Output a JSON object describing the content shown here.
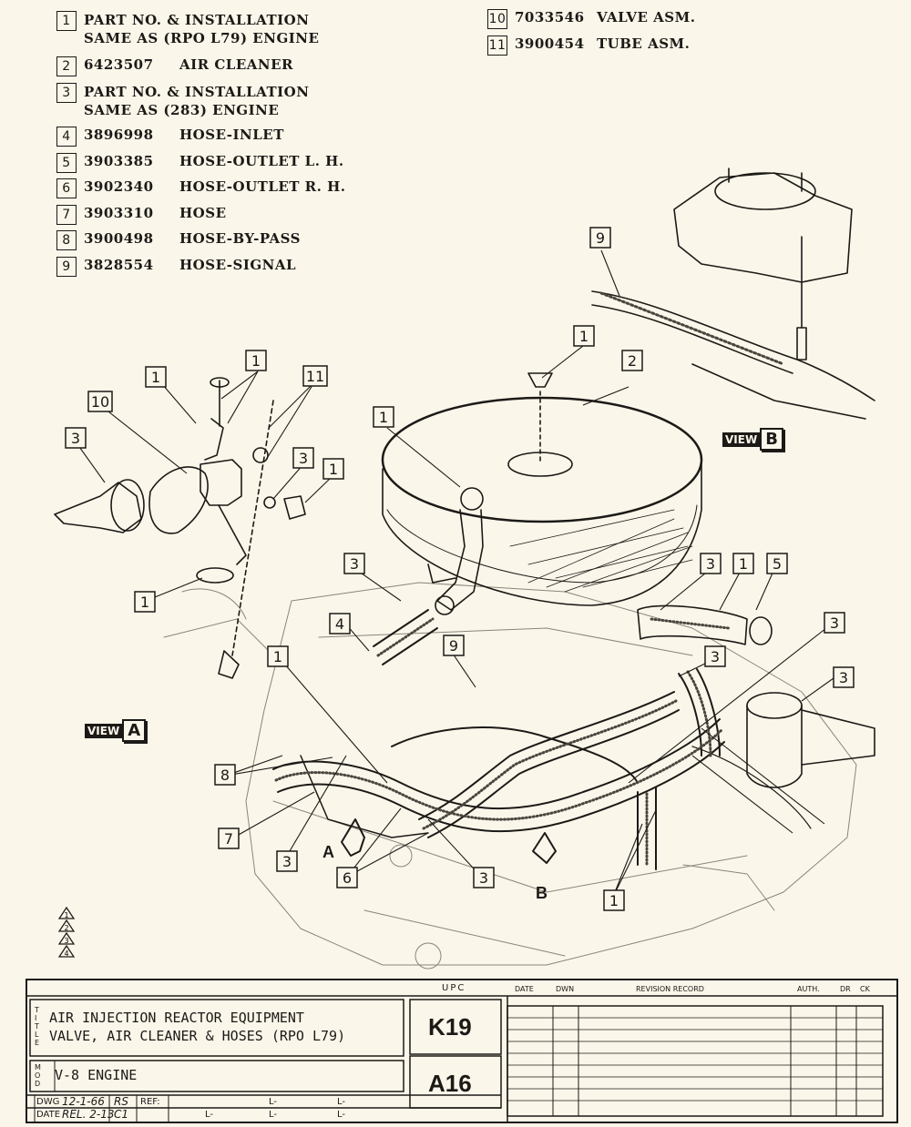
{
  "legend": [
    {
      "num": "1",
      "text_lines": [
        "PART NO. & INSTALLATION",
        "SAME AS (RPO L79) ENGINE"
      ]
    },
    {
      "num": "2",
      "part_no": "6423507",
      "desc": "AIR CLEANER"
    },
    {
      "num": "3",
      "text_lines": [
        "PART NO. & INSTALLATION",
        "SAME AS (283) ENGINE"
      ]
    },
    {
      "num": "4",
      "part_no": "3896998",
      "desc": "HOSE-INLET"
    },
    {
      "num": "5",
      "part_no": "3903385",
      "desc": "HOSE-OUTLET L. H."
    },
    {
      "num": "6",
      "part_no": "3902340",
      "desc": "HOSE-OUTLET R. H."
    },
    {
      "num": "7",
      "part_no": "3903310",
      "desc": "HOSE"
    },
    {
      "num": "8",
      "part_no": "3900498",
      "desc": "HOSE-BY-PASS"
    },
    {
      "num": "9",
      "part_no": "3828554",
      "desc": "HOSE-SIGNAL"
    },
    {
      "num": "10",
      "part_no": "7033546",
      "desc": "VALVE ASM."
    },
    {
      "num": "11",
      "part_no": "3900454",
      "desc": "TUBE ASM."
    }
  ],
  "views": {
    "a": {
      "word": "VIEW",
      "letter": "A"
    },
    "b": {
      "word": "VIEW",
      "letter": "B"
    }
  },
  "diagram_letters": {
    "a": "A",
    "b": "B"
  },
  "callouts": [
    "9",
    "1",
    "2",
    "1",
    "1",
    "1",
    "11",
    "10",
    "3",
    "3",
    "1",
    "1",
    "3",
    "4",
    "3",
    "1",
    "5",
    "3",
    "3",
    "9",
    "3",
    "1",
    "8",
    "7",
    "3",
    "6",
    "3",
    "1"
  ],
  "revision_triangles": [
    "1",
    "2",
    "3",
    "4"
  ],
  "title_block": {
    "title_label": "TITLE",
    "title_lines": [
      "AIR INJECTION REACTOR EQUIPMENT",
      "VALVE, AIR CLEANER & HOSES (RPO L79)"
    ],
    "model_label": "MOD",
    "model": "V-8 ENGINE",
    "upc_label": "UPC",
    "upc_code": "K19",
    "group_code": "A16",
    "dwg_label": "DWG",
    "dwg_date": "12-1-66",
    "dwg_init": "RS",
    "date_label": "DATE",
    "date_value": "REL. 2-13",
    "date_init": "C1",
    "ref_label": "REF:",
    "l_mark": "L-",
    "rev_headers": [
      "DATE",
      "DWN",
      "REVISION RECORD",
      "AUTH.",
      "DR",
      "CK"
    ]
  }
}
